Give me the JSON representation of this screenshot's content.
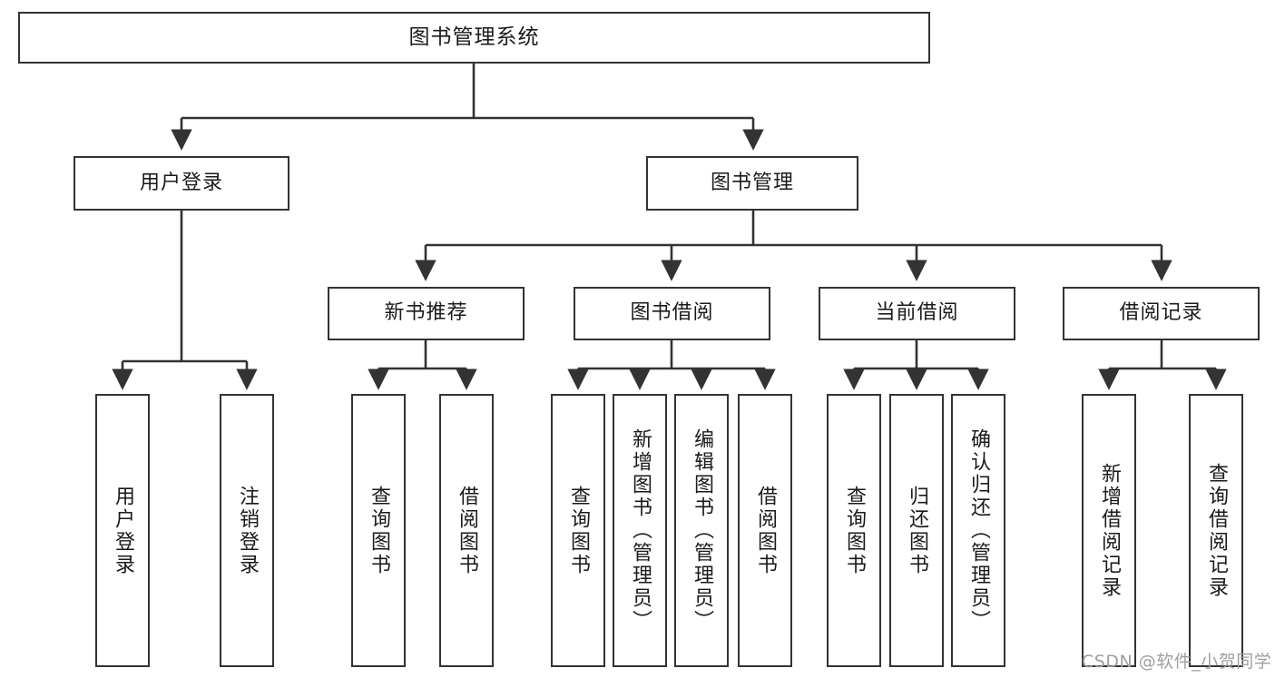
{
  "diagram": {
    "type": "tree-hierarchy",
    "title": "图书管理系统",
    "orientation": "top-down",
    "colors": {
      "background": "#ffffff",
      "box_border": "#333333",
      "box_fill": "#ffffff",
      "text": "#1a1a1a",
      "connector": "#333333",
      "watermark": "#9f9f9f"
    },
    "watermark": "CSDN @软件_小贺同学",
    "nodes": {
      "root": {
        "label": "图书管理系统",
        "level": 0
      },
      "level1": [
        {
          "id": "user-login",
          "label": "用户登录"
        },
        {
          "id": "book-management",
          "label": "图书管理"
        }
      ],
      "level2": [
        {
          "id": "new-book-recommend",
          "label": "新书推荐",
          "parent": "book-management"
        },
        {
          "id": "book-borrow",
          "label": "图书借阅",
          "parent": "book-management"
        },
        {
          "id": "current-borrow",
          "label": "当前借阅",
          "parent": "book-management"
        },
        {
          "id": "borrow-record",
          "label": "借阅记录",
          "parent": "book-management"
        }
      ],
      "leaves": {
        "user-login": [
          {
            "id": "leaf-user-login",
            "label": "用户登录"
          },
          {
            "id": "leaf-user-logout",
            "label": "注销登录"
          }
        ],
        "new-book-recommend": [
          {
            "id": "leaf-query-book-1",
            "label": "查询图书"
          },
          {
            "id": "leaf-borrow-book-1",
            "label": "借阅图书"
          }
        ],
        "book-borrow": [
          {
            "id": "leaf-query-book-2",
            "label": "查询图书"
          },
          {
            "id": "leaf-add-book",
            "label": "新增图书（管理员）"
          },
          {
            "id": "leaf-edit-book",
            "label": "编辑图书（管理员）"
          },
          {
            "id": "leaf-borrow-book-2",
            "label": "借阅图书"
          }
        ],
        "current-borrow": [
          {
            "id": "leaf-query-book-3",
            "label": "查询图书"
          },
          {
            "id": "leaf-return-book",
            "label": "归还图书"
          },
          {
            "id": "leaf-confirm-return",
            "label": "确认归还（管理员）"
          }
        ],
        "borrow-record": [
          {
            "id": "leaf-add-record",
            "label": "新增借阅记录"
          },
          {
            "id": "leaf-query-record",
            "label": "查询借阅记录"
          }
        ]
      }
    }
  }
}
